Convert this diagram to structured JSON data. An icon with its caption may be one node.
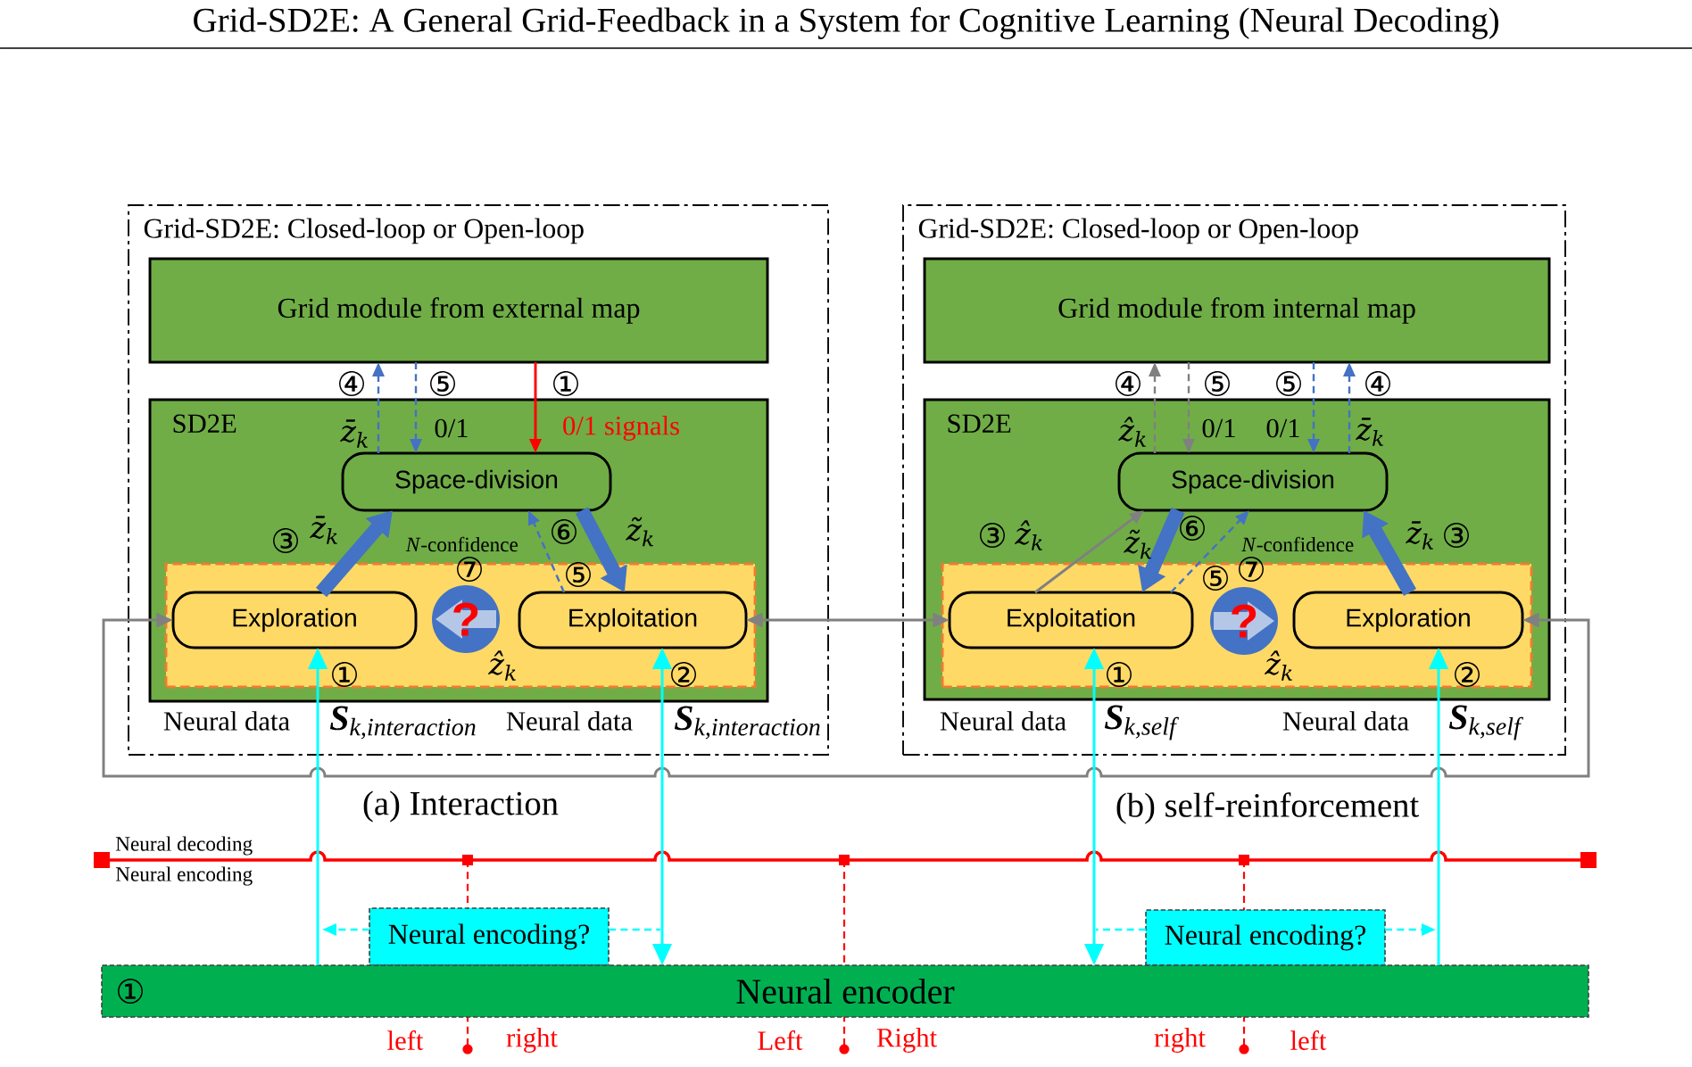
{
  "diagram": {
    "title": "Grid-SD2E: A General Grid-Feedback in a System for Cognitive Learning (Neural Decoding)",
    "nodes": [
      {
        "text": [
          "Grid-SD2E: Closed-loop or Open-loop"
        ]
      },
      {
        "text": [
          "Grid module from external map"
        ],
        "in": 0
      },
      {
        "text": [
          "SD2E"
        ],
        "in": 0
      },
      {
        "text": [
          "Space-division"
        ],
        "in": 2
      },
      {
        "text": [],
        "shape": "box",
        "in": 2
      },
      {
        "text": [
          "Exploration"
        ],
        "in": 4
      },
      {
        "text": [
          "?"
        ],
        "in": 4
      },
      {
        "text": [
          "Exploitation"
        ],
        "in": 4
      },
      {
        "text": [
          "Grid-SD2E: Closed-loop or Open-loop"
        ]
      },
      {
        "text": [
          "Grid module from internal map"
        ],
        "in": 8
      },
      {
        "text": [
          "SD2E"
        ],
        "in": 8
      },
      {
        "text": [
          "Space-division"
        ],
        "in": 10
      },
      {
        "text": [],
        "shape": "box",
        "in": 10
      },
      {
        "text": [
          "Exploitation"
        ],
        "in": 12
      },
      {
        "text": [
          "?"
        ],
        "in": 12
      },
      {
        "text": [
          "Exploration"
        ],
        "in": 12
      },
      {
        "text": [
          "Neural encoding?"
        ]
      },
      {
        "text": [
          "Neural encoding?"
        ]
      },
      {
        "text": [
          "①",
          "Neural encoder"
        ]
      }
    ],
    "edges": [
      {
        "from": 3,
        "to": 1,
        "arrow": "to",
        "style": "dashed",
        "label": "④"
      },
      {
        "from": 1,
        "to": 3,
        "arrow": "to",
        "style": "dashed",
        "label": "⑤"
      },
      {
        "from": 1,
        "to": 3,
        "arrow": "to",
        "color": "#ff0000",
        "label": "①"
      },
      {
        "from": 5,
        "to": 3,
        "arrow": "to",
        "style": "thick",
        "label": "③"
      },
      {
        "from": 3,
        "to": 7,
        "arrow": "to",
        "style": "thick",
        "label": "⑥"
      },
      {
        "from": 7,
        "to": 3,
        "arrow": "to",
        "style": "dashed",
        "label": "*N*-confidence"
      },
      {
        "from": 7,
        "to": 13,
        "arrow": "both",
        "color": "#808080"
      },
      {
        "from": 5,
        "to": 15,
        "arrow": "both",
        "color": "#808080"
      },
      {
        "from": 18,
        "to": 5,
        "arrow": "to",
        "color": "#00ffff",
        "label": "①"
      },
      {
        "from": 7,
        "to": 18,
        "arrow": "both",
        "color": "#00ffff",
        "label": "②"
      },
      {
        "from": 16,
        "to": null,
        "arrow": "to",
        "style": "dashed",
        "color": "#00ffff"
      },
      {
        "from": 16,
        "to": null,
        "arrow": "none",
        "style": "dashed",
        "color": "#00ffff"
      },
      {
        "from": 11,
        "to": 9,
        "arrow": "to",
        "style": "dashed",
        "color": "#808080",
        "label": "④"
      },
      {
        "from": 9,
        "to": 11,
        "arrow": "to",
        "style": "dashed",
        "color": "#808080",
        "label": "⑤"
      },
      {
        "from": 9,
        "to": 11,
        "arrow": "to",
        "style": "dashed",
        "label": "⑤"
      },
      {
        "from": 11,
        "to": 9,
        "arrow": "to",
        "style": "dashed",
        "label": "④"
      },
      {
        "from": 13,
        "to": 11,
        "arrow": "to",
        "color": "#808080",
        "label": "③"
      },
      {
        "from": 11,
        "to": 13,
        "arrow": "to",
        "style": "thick",
        "label": "⑥"
      },
      {
        "from": 13,
        "to": 11,
        "arrow": "to",
        "style": "dashed",
        "label": "*N*-confidence"
      },
      {
        "from": 15,
        "to": 11,
        "arrow": "to",
        "style": "thick",
        "label": "③"
      },
      {
        "from": 13,
        "to": 18,
        "arrow": "both",
        "color": "#00ffff",
        "label": "①"
      },
      {
        "from": 18,
        "to": 15,
        "arrow": "to",
        "color": "#00ffff",
        "label": "②"
      },
      {
        "from": 17,
        "to": null,
        "arrow": "none",
        "style": "dashed",
        "color": "#00ffff"
      },
      {
        "from": 17,
        "to": null,
        "arrow": "to",
        "style": "dashed",
        "color": "#00ffff"
      }
    ],
    "labels": [
      "z̄$_{k}$",
      "0/1",
      "0/1 signals",
      "z̄$_{k}$",
      "z̃$_{k}$",
      "⑦",
      "⑤",
      "ẑ$_{k}$",
      "Neural data",
      "**S**$_{k,interaction}$",
      "Neural data",
      "**S**$_{k,interaction}$",
      "ẑ$_{k}$",
      "0/1",
      "0/1",
      "z̄$_{k}$",
      "ẑ$_{k}$",
      "z̃$_{k}$",
      "z̄$_{k}$",
      "⑤",
      "⑦",
      "ẑ$_{k}$",
      "Neural data",
      "**S**$_{k,self}$",
      "Neural data",
      "**S**$_{k,self}$",
      "(a) Interaction",
      "(b) self-reinforcement",
      "Neural decoding",
      "Neural encoding",
      "left",
      "right",
      "Left",
      "Right",
      "right",
      "left"
    ]
  }
}
